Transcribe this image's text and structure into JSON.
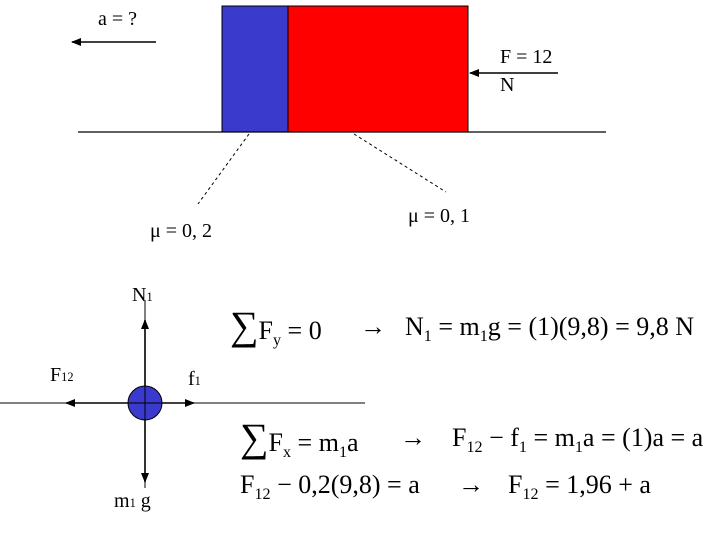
{
  "top": {
    "accel_label": "a = ?",
    "force_label_line1": "F = 12",
    "force_label_line2": "N"
  },
  "friction": {
    "blue_mu": "μ = 0, 2",
    "red_mu": "μ = 0, 1"
  },
  "fbd": {
    "normal": "N",
    "normal_sub": "1",
    "contact": "F",
    "contact_sub": "12",
    "friction": "f",
    "friction_sub": "1",
    "weight": "m",
    "weight_sub": "1",
    "weight_g": " g"
  },
  "equations": {
    "sum_symbol": "∑",
    "eq1_lhs_F": "F",
    "eq1_lhs_sub": "y",
    "eq1_lhs_rest": " = 0",
    "arrow": "→",
    "eq1_rhs_N": "N",
    "eq1_rhs_N_sub": "1",
    "eq1_rhs_mid": " = m",
    "eq1_rhs_m_sub": "1",
    "eq1_rhs_rest": "g = (1)(9,8) = 9,8 N",
    "eq2_lhs_F": "F",
    "eq2_lhs_sub": "x",
    "eq2_lhs_mid": " = m",
    "eq2_lhs_m_sub": "1",
    "eq2_lhs_rest": "a",
    "eq2_rhs_F": "F",
    "eq2_rhs_F_sub": "12",
    "eq2_rhs_mid": " − f",
    "eq2_rhs_f_sub": "1",
    "eq2_rhs_mid2": " = m",
    "eq2_rhs_m_sub": "1",
    "eq2_rhs_rest": "a = (1)a = a",
    "eq3_lhs_F": "F",
    "eq3_lhs_sub": "12",
    "eq3_lhs_rest": " − 0,2(9,8) = a",
    "eq3_rhs_F": "F",
    "eq3_rhs_sub": "12",
    "eq3_rhs_rest": " = 1,96 + a"
  },
  "colors": {
    "blue_block": "#3a3acd",
    "red_block": "#ff0000",
    "particle": "#3a3acd"
  }
}
